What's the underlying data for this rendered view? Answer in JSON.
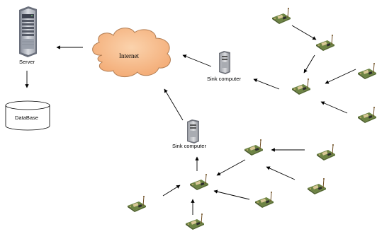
{
  "labels": {
    "server": "Server",
    "database": "DataBase",
    "internet": "Internet",
    "sink_right": "Sink computer",
    "sink_bottom": "Sink computer"
  },
  "colors": {
    "cloud_fill": "#f7b98b",
    "cloud_stroke": "#b8875c",
    "server_body": "#c9ccd3",
    "server_dark": "#5d6270",
    "tower_body": "#b8bbc1",
    "node_board": "#7f9650",
    "node_chip": "#d8c79a",
    "arrow": "#000000"
  },
  "icons": {
    "server": "server-rack-icon",
    "database": "database-cylinder-icon",
    "internet": "cloud-icon",
    "sink": "tower-computer-icon",
    "sensor_node": "sensor-node-icon"
  }
}
